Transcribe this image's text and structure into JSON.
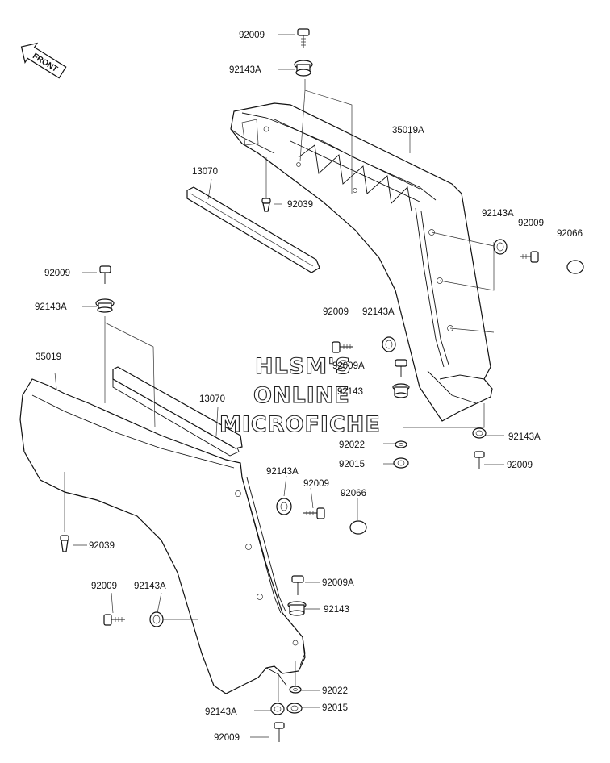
{
  "direction_badge": "FRONT",
  "watermark": [
    "HLSM'S",
    "ONLINE",
    "MICROFICHE"
  ],
  "callouts": {
    "top_bolt": "92009",
    "top_grommet": "92143A",
    "rear_cover": "35019A",
    "upper_rail": "13070",
    "upper_clip": "92039",
    "right_grommet": "92143A",
    "right_bolt": "92009",
    "right_cap": "92066",
    "mid_bolt": "92009",
    "mid_grommet": "92143A",
    "mid_bolt_a": "92009A",
    "mid_grommet_b": "92143",
    "right_lower_grommet": "92143A",
    "right_lower_bolt": "92009",
    "mid_washer": "92022",
    "mid_nut": "92015",
    "left_bolt": "92009",
    "left_grommet": "92143A",
    "front_cover": "35019",
    "lower_rail": "13070",
    "lower_clip": "92039",
    "center_grommet": "92143A",
    "center_bolt": "92009",
    "center_cap": "92066",
    "center_bolt_a": "92009A",
    "center_grommet_b": "92143",
    "bl_bolt": "92009",
    "bl_grommet": "92143A",
    "bottom_washer": "92022",
    "bottom_grommet": "92143A",
    "bottom_nut": "92015",
    "bottom_bolt": "92009"
  }
}
